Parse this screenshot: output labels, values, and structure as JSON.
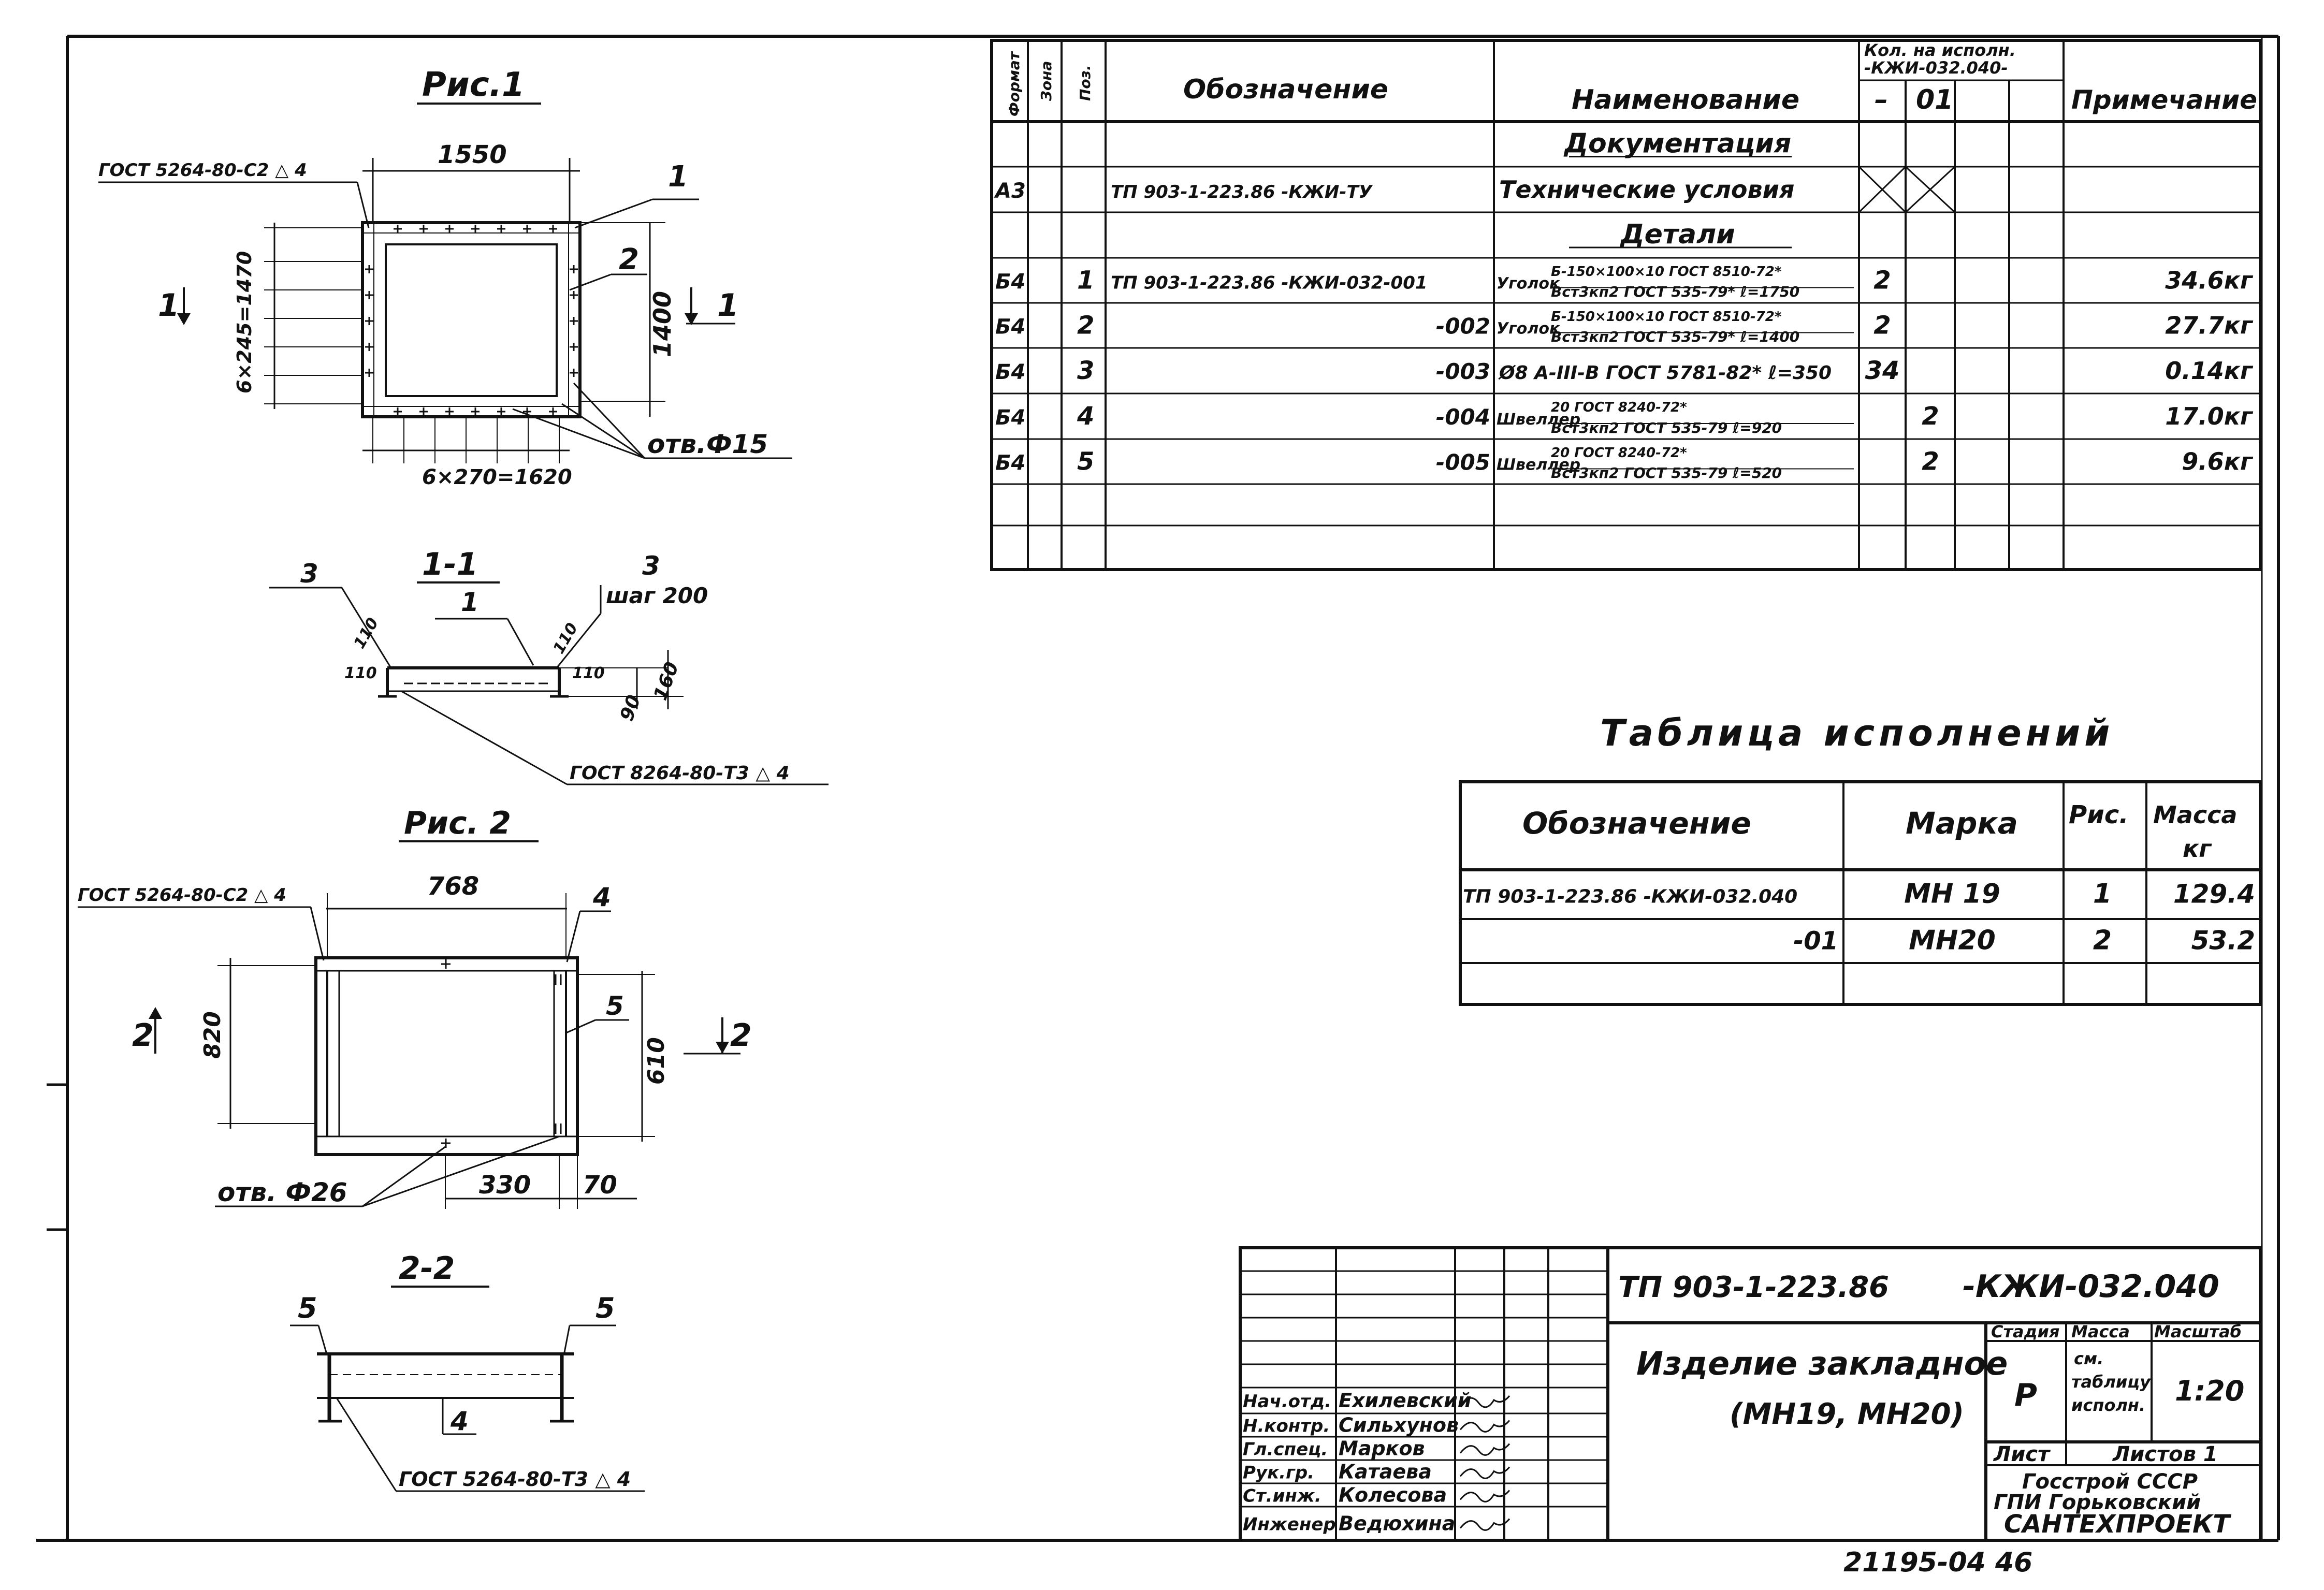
{
  "figures": {
    "fig1": {
      "title": "Рис.1",
      "weld_note_top": "ГОСТ 5264-80-С2 △ 4",
      "dim_width": "1550",
      "dim_height": "1400",
      "dim_vertical_pitch": "6×245=1470",
      "dim_horizontal_pitch": "6×270=1620",
      "pos_1": "1",
      "pos_2": "2",
      "section_mark": "1",
      "holes_note": "отв.Ф15"
    },
    "section11": {
      "title": "1-1",
      "pos_3_left": "3",
      "pos_3_right": "3",
      "pos_1": "1",
      "step_note": "шаг 200",
      "dim_110_a": "110",
      "dim_110_b": "110",
      "dim_110_c": "110",
      "dim_110_d": "110",
      "dim_90": "90",
      "dim_160": "160",
      "weld_note": "ГОСТ 8264-80-Т3 △ 4"
    },
    "fig2": {
      "title": "Рис. 2",
      "weld_note_top": "ГОСТ 5264-80-С2 △ 4",
      "dim_width": "768",
      "dim_height_left": "820",
      "dim_height_right": "610",
      "pos_4": "4",
      "pos_5": "5",
      "section_mark": "2",
      "holes_note": "отв. Ф26",
      "dim_330": "330",
      "dim_70": "70"
    },
    "section22": {
      "title": "2-2",
      "pos_5_left": "5",
      "pos_5_right": "5",
      "pos_4": "4",
      "weld_note": "ГОСТ 5264-80-Т3 △ 4"
    }
  },
  "spec_table": {
    "header": {
      "format": "Формат",
      "zone": "Зона",
      "pos": "Поз.",
      "designation": "Обозначение",
      "name": "Наименование",
      "qty_title_1": "Кол. на исполн.",
      "qty_title_2": "-КЖИ-032.040-",
      "qty_col_a": "–",
      "qty_col_b": "01",
      "note": "Примечание"
    },
    "rows": [
      {
        "format": "",
        "pos": "",
        "designation": "",
        "name": "Документация",
        "qa": "",
        "qb": "",
        "note": "",
        "section": true
      },
      {
        "format": "А3",
        "pos": "",
        "designation": "ТП 903-1-223.86      -КЖИ-ТУ",
        "name": "Технические условия",
        "qa": "",
        "qb": "",
        "note": "",
        "crossed": true
      },
      {
        "format": "",
        "pos": "",
        "designation": "",
        "name": "Детали",
        "qa": "",
        "qb": "",
        "note": "",
        "section": true
      },
      {
        "format": "Б4",
        "pos": "1",
        "designation": "ТП 903-1-223.86     -КЖИ-032-001",
        "name": "Уголок",
        "name_top": "Б-150×100×10 ГОСТ 8510-72*",
        "name_bot": "Вст3кп2 ГОСТ 535-79*  ℓ=1750",
        "qa": "2",
        "qb": "",
        "note": "34.6кг"
      },
      {
        "format": "Б4",
        "pos": "2",
        "designation": "-002",
        "name": "Уголок",
        "name_top": "Б-150×100×10 ГОСТ 8510-72*",
        "name_bot": "Вст3кп2 ГОСТ 535-79*  ℓ=1400",
        "qa": "2",
        "qb": "",
        "note": "27.7кг"
      },
      {
        "format": "Б4",
        "pos": "3",
        "designation": "-003",
        "name": "Ø8 А-III-В ГОСТ 5781-82*  ℓ=350",
        "qa": "34",
        "qb": "",
        "note": "0.14кг"
      },
      {
        "format": "Б4",
        "pos": "4",
        "designation": "-004",
        "name": "Швеллер",
        "name_top": "20 ГОСТ 8240-72*",
        "name_bot": "Вст3кп2 ГОСТ 535-79  ℓ=920",
        "qa": "",
        "qb": "2",
        "note": "17.0кг"
      },
      {
        "format": "Б4",
        "pos": "5",
        "designation": "-005",
        "name": "Швеллер",
        "name_top": "20 ГОСТ 8240-72*",
        "name_bot": "Вст3кп2 ГОСТ 535-79  ℓ=520",
        "qa": "",
        "qb": "2",
        "note": "9.6кг"
      },
      {
        "format": "",
        "pos": "",
        "designation": "",
        "name": "",
        "qa": "",
        "qb": "",
        "note": ""
      },
      {
        "format": "",
        "pos": "",
        "designation": "",
        "name": "",
        "qa": "",
        "qb": "",
        "note": ""
      }
    ]
  },
  "variants_table": {
    "title": "Таблица исполнений",
    "header": {
      "designation": "Обозначение",
      "mark": "Марка",
      "fig": "Рис.",
      "mass_1": "Масса",
      "mass_2": "кг"
    },
    "rows": [
      {
        "designation": "ТП 903-1-223.86    -КЖИ-032.040",
        "mark": "МН 19",
        "fig": "1",
        "mass": "129.4"
      },
      {
        "designation": "-01",
        "mark": "МН20",
        "fig": "2",
        "mass": "53.2"
      },
      {
        "designation": "",
        "mark": "",
        "fig": "",
        "mass": ""
      }
    ]
  },
  "title_block": {
    "doc_code": "ТП 903-1-223.86",
    "doc_suffix": "-КЖИ-032.040",
    "item_name_1": "Изделие закладное",
    "item_name_2": "(МН19, МН20)",
    "stage_label": "Стадия",
    "mass_label": "Масса",
    "scale_label": "Масштаб",
    "stage": "Р",
    "mass_value_1": "см.",
    "mass_value_2": "таблицу",
    "mass_value_3": "исполн.",
    "scale": "1:20",
    "sheet_label": "Лист",
    "sheets_label": "Листов 1",
    "org_1": "Госстрой СССР",
    "org_2": "ГПИ Горьковский",
    "org_3": "САНТЕХПРОЕКТ",
    "people": [
      {
        "role": "Нач.отд.",
        "name": "Ехилевский"
      },
      {
        "role": "Н.контр.",
        "name": "Сильхунов"
      },
      {
        "role": "Гл.спец.",
        "name": "Марков"
      },
      {
        "role": "Рук.гр.",
        "name": "Катаева"
      },
      {
        "role": "Ст.инж.",
        "name": "Колесова"
      },
      {
        "role": "Инженер",
        "name": "Ведюхина"
      }
    ]
  },
  "footer": {
    "stamp": "21195-04   46"
  }
}
